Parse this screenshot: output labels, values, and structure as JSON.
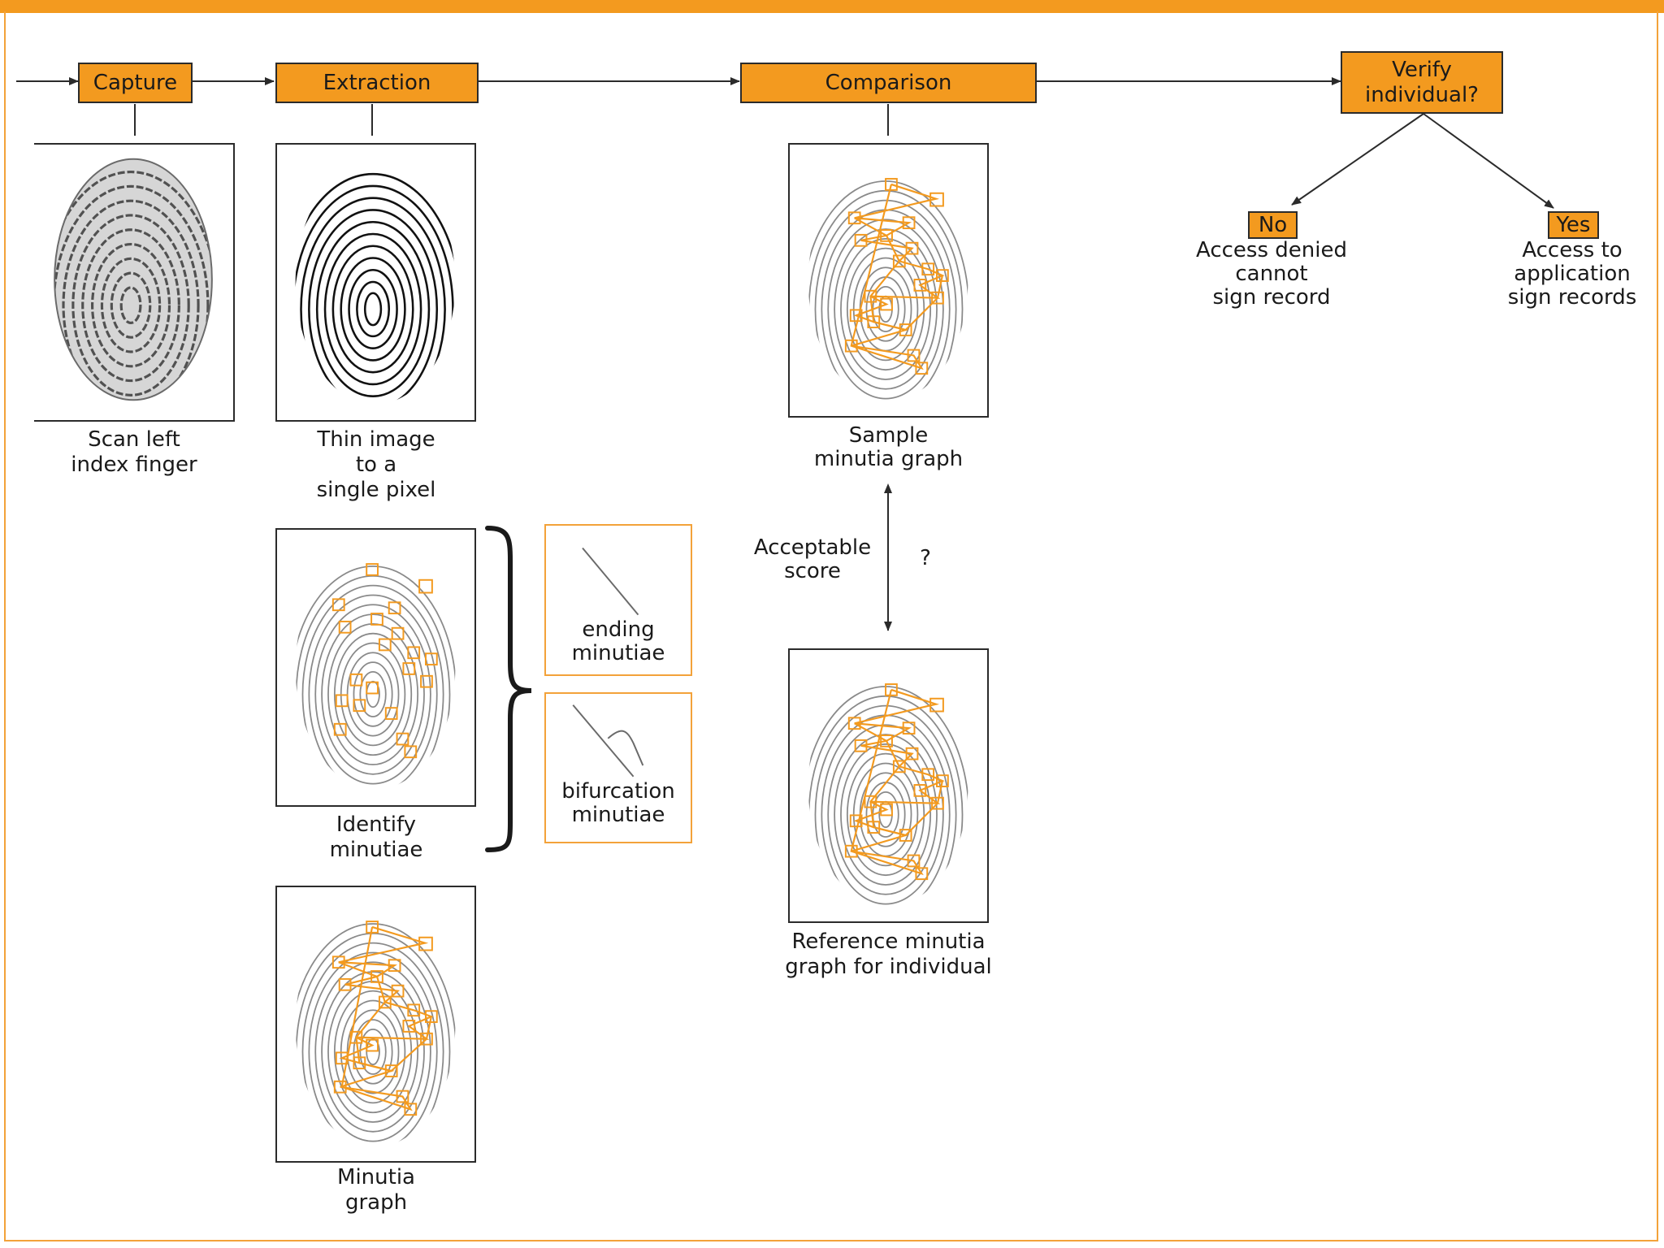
{
  "steps": {
    "capture": "Capture",
    "extraction": "Extraction",
    "comparison": "Comparison",
    "verify": "Verify\nindividual?"
  },
  "outcomes": {
    "no_tag": "No",
    "no_text": "Access denied\ncannot\nsign record",
    "yes_tag": "Yes",
    "yes_text": "Access to\napplication\nsign records"
  },
  "captions": {
    "scan": "Scan left\nindex finger",
    "thin": "Thin image\nto a\nsingle pixel",
    "identify": "Identify\nminutiae",
    "graph": "Minutia\ngraph",
    "sample": "Sample\nminutia graph",
    "reference": "Reference minutia\ngraph for individual",
    "acceptable": "Acceptable\nscore",
    "question": "?",
    "ending": "ending\nminutiae",
    "bifurcation": "bifurcation\nminutiae"
  },
  "colors": {
    "accent": "#f39a1f",
    "ridge_gray": "#8a8a8a",
    "ridge_black": "#111111",
    "outline": "#2b2b2b"
  },
  "icons": {
    "fingerprint_scan": "fingerprint-raw-icon",
    "fingerprint_thin": "fingerprint-thinned-icon",
    "fingerprint_minutiae": "fingerprint-minutiae-icon",
    "fingerprint_graph": "fingerprint-graph-icon",
    "brace": "curly-brace-icon"
  }
}
